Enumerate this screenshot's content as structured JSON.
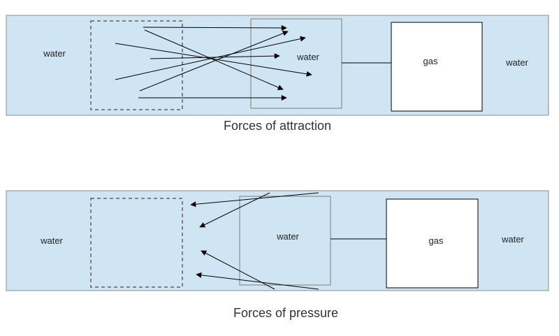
{
  "colors": {
    "tube_fill": "#d0e5f4",
    "tube_stroke": "#8a8a8a",
    "box_stroke": "#7a7a7a",
    "dashed_stroke": "#808080",
    "gas_fill": "#ffffff",
    "arrow": "#000000"
  },
  "attraction": {
    "left_label": "water",
    "center_label": "water",
    "gas_label": "gas",
    "right_label": "water",
    "caption": "Forces of attraction"
  },
  "pressure": {
    "left_label": "water",
    "center_label": "water",
    "gas_label": "gas",
    "right_label": "water",
    "caption": "Forces of pressure"
  }
}
